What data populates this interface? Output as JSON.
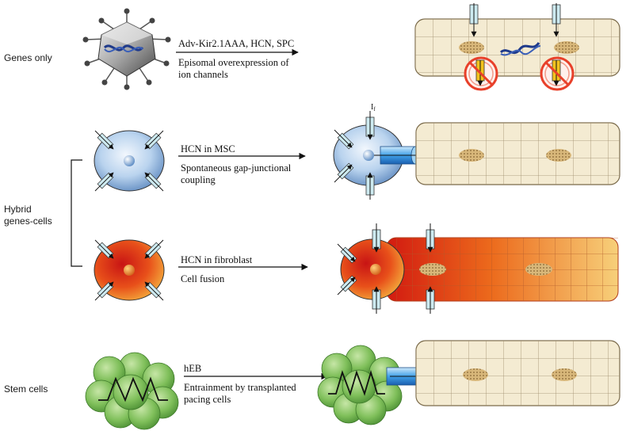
{
  "rows": {
    "genes_only": {
      "label": "Genes only",
      "line1": "Adv-Kir2.1AAA, HCN, SPC",
      "line2": "Episomal overexpression of",
      "line3": "ion channels"
    },
    "hybrid": {
      "label_line1": "Hybrid",
      "label_line2": "genes-cells",
      "msc": {
        "line1": "HCN in MSC",
        "line2": "Spontaneous gap-junctional",
        "line3": "coupling"
      },
      "fibro": {
        "line1": "HCN in fibroblast",
        "line2": "Cell fusion"
      }
    },
    "stem": {
      "label": "Stem cells",
      "line1": "hEB",
      "line2": "Entrainment by transplanted",
      "line3": "pacing cells"
    }
  },
  "current_label": "I",
  "current_sub": "f"
}
